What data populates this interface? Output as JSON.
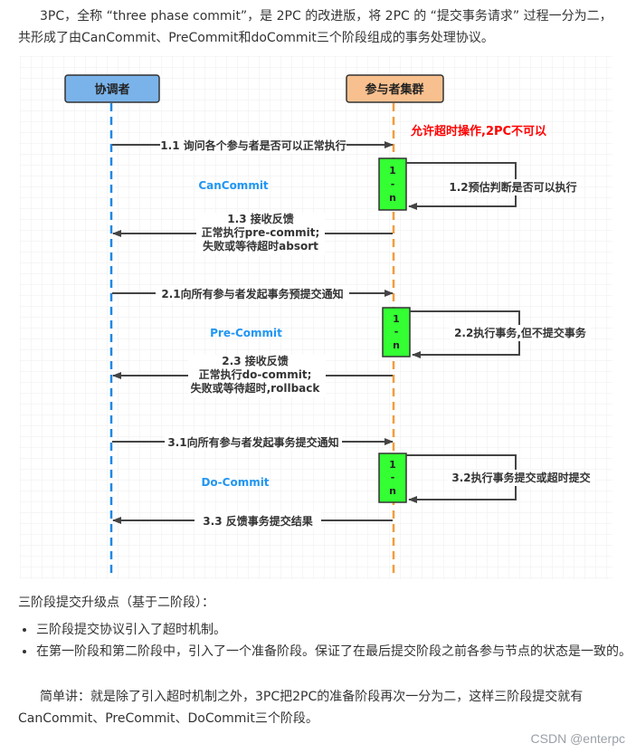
{
  "intro": "3PC，全称 “three phase commit”，是 2PC 的改进版，将 2PC 的 “提交事务请求” 过程一分为二，共形成了由CanCommit、PreCommit和doCommit三个阶段组成的事务处理协议。",
  "diagram": {
    "coordinator": "协调者",
    "participants": "参与者集群",
    "timeout_note": "允许超时操作,2PC不可以",
    "phases": [
      {
        "name": "CanCommit",
        "request": "1.1 询问各个参与者是否可以正常执行",
        "self_label": "1.2预估判断是否可以执行",
        "response": [
          "1.3 接收反馈",
          "正常执行pre-commit;",
          "失败或等待超时absort"
        ]
      },
      {
        "name": "Pre-Commit",
        "request": "2.1向所有参与者发起事务预提交通知",
        "self_label": "2.2执行事务,但不提交事务",
        "response": [
          "2.3 接收反馈",
          "正常执行do-commit;",
          "失败或等待超时,rollback"
        ]
      },
      {
        "name": "Do-Commit",
        "request": "3.1向所有参与者发起事务提交通知",
        "self_label": "3.2执行事务提交或超时提交",
        "response": [
          "3.3 反馈事务提交结果"
        ]
      }
    ],
    "activation": [
      "1",
      "-",
      "n"
    ]
  },
  "upgrade_title": "三阶段提交升级点（基于二阶段）：",
  "bullets": [
    "三阶段提交协议引入了超时机制。",
    "在第一阶段和第二阶段中，引入了一个准备阶段。保证了在最后提交阶段之前各参与节点的状态是一致的。"
  ],
  "summary": "简单讲：就是除了引入超时机制之外，3PC把2PC的准备阶段再次一分为二，这样三阶段提交就有CanCommit、PreCommit、DoCommit三个阶段。",
  "watermark": "CSDN @enterpc",
  "colors": {
    "coordinator_fill": "#7ab3ea",
    "coordinator_line": "#1e88e5",
    "participants_fill": "#f8c08e",
    "participants_line": "#f39c3c",
    "activation_fill": "#33ff33",
    "phase_label": "#2196f3",
    "note": "#ff0000"
  }
}
